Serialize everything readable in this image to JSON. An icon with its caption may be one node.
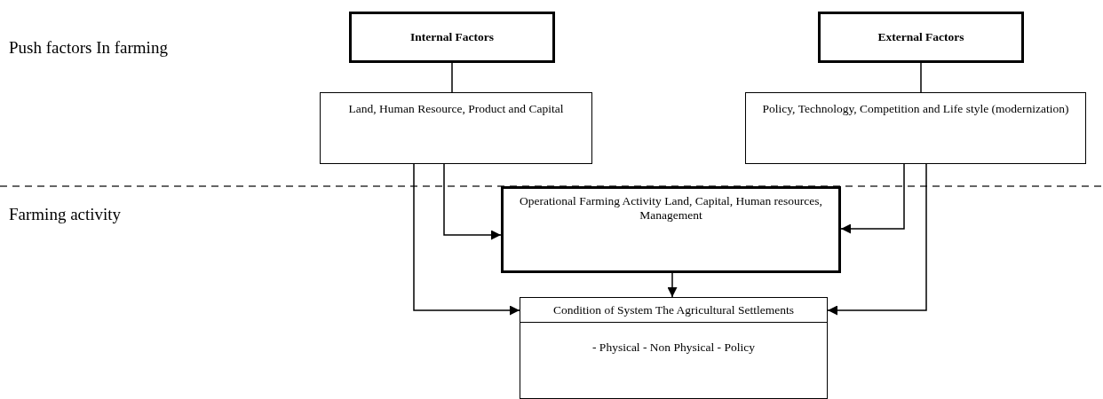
{
  "diagram": {
    "nodes": [
      {
        "text": [
          "Internal Factors"
        ]
      },
      {
        "text": [
          "External Factors"
        ]
      },
      {
        "text": [
          "Land, Human Resource, Product and Capital"
        ]
      },
      {
        "text": [
          "Policy, Technology, Competition and Life style (modernization)"
        ]
      },
      {
        "text": [
          "Operational Farming Activity Land, Capital, Human resources, Management"
        ]
      },
      {
        "text": [
          "Condition of System The Agricultural Settlements",
          "- Physical - Non Physical - Policy"
        ]
      }
    ],
    "edges": [
      {
        "from": 0,
        "to": 2,
        "arrow": "none"
      },
      {
        "from": 1,
        "to": 3,
        "arrow": "none"
      },
      {
        "from": 2,
        "to": 4,
        "arrow": "to"
      },
      {
        "from": 2,
        "to": 5,
        "arrow": "to"
      },
      {
        "from": 3,
        "to": 4,
        "arrow": "to"
      },
      {
        "from": 3,
        "to": 5,
        "arrow": "to"
      },
      {
        "from": 4,
        "to": 5,
        "arrow": "to"
      }
    ],
    "labels": [
      "Push factors In farming",
      "Farming activity"
    ]
  }
}
